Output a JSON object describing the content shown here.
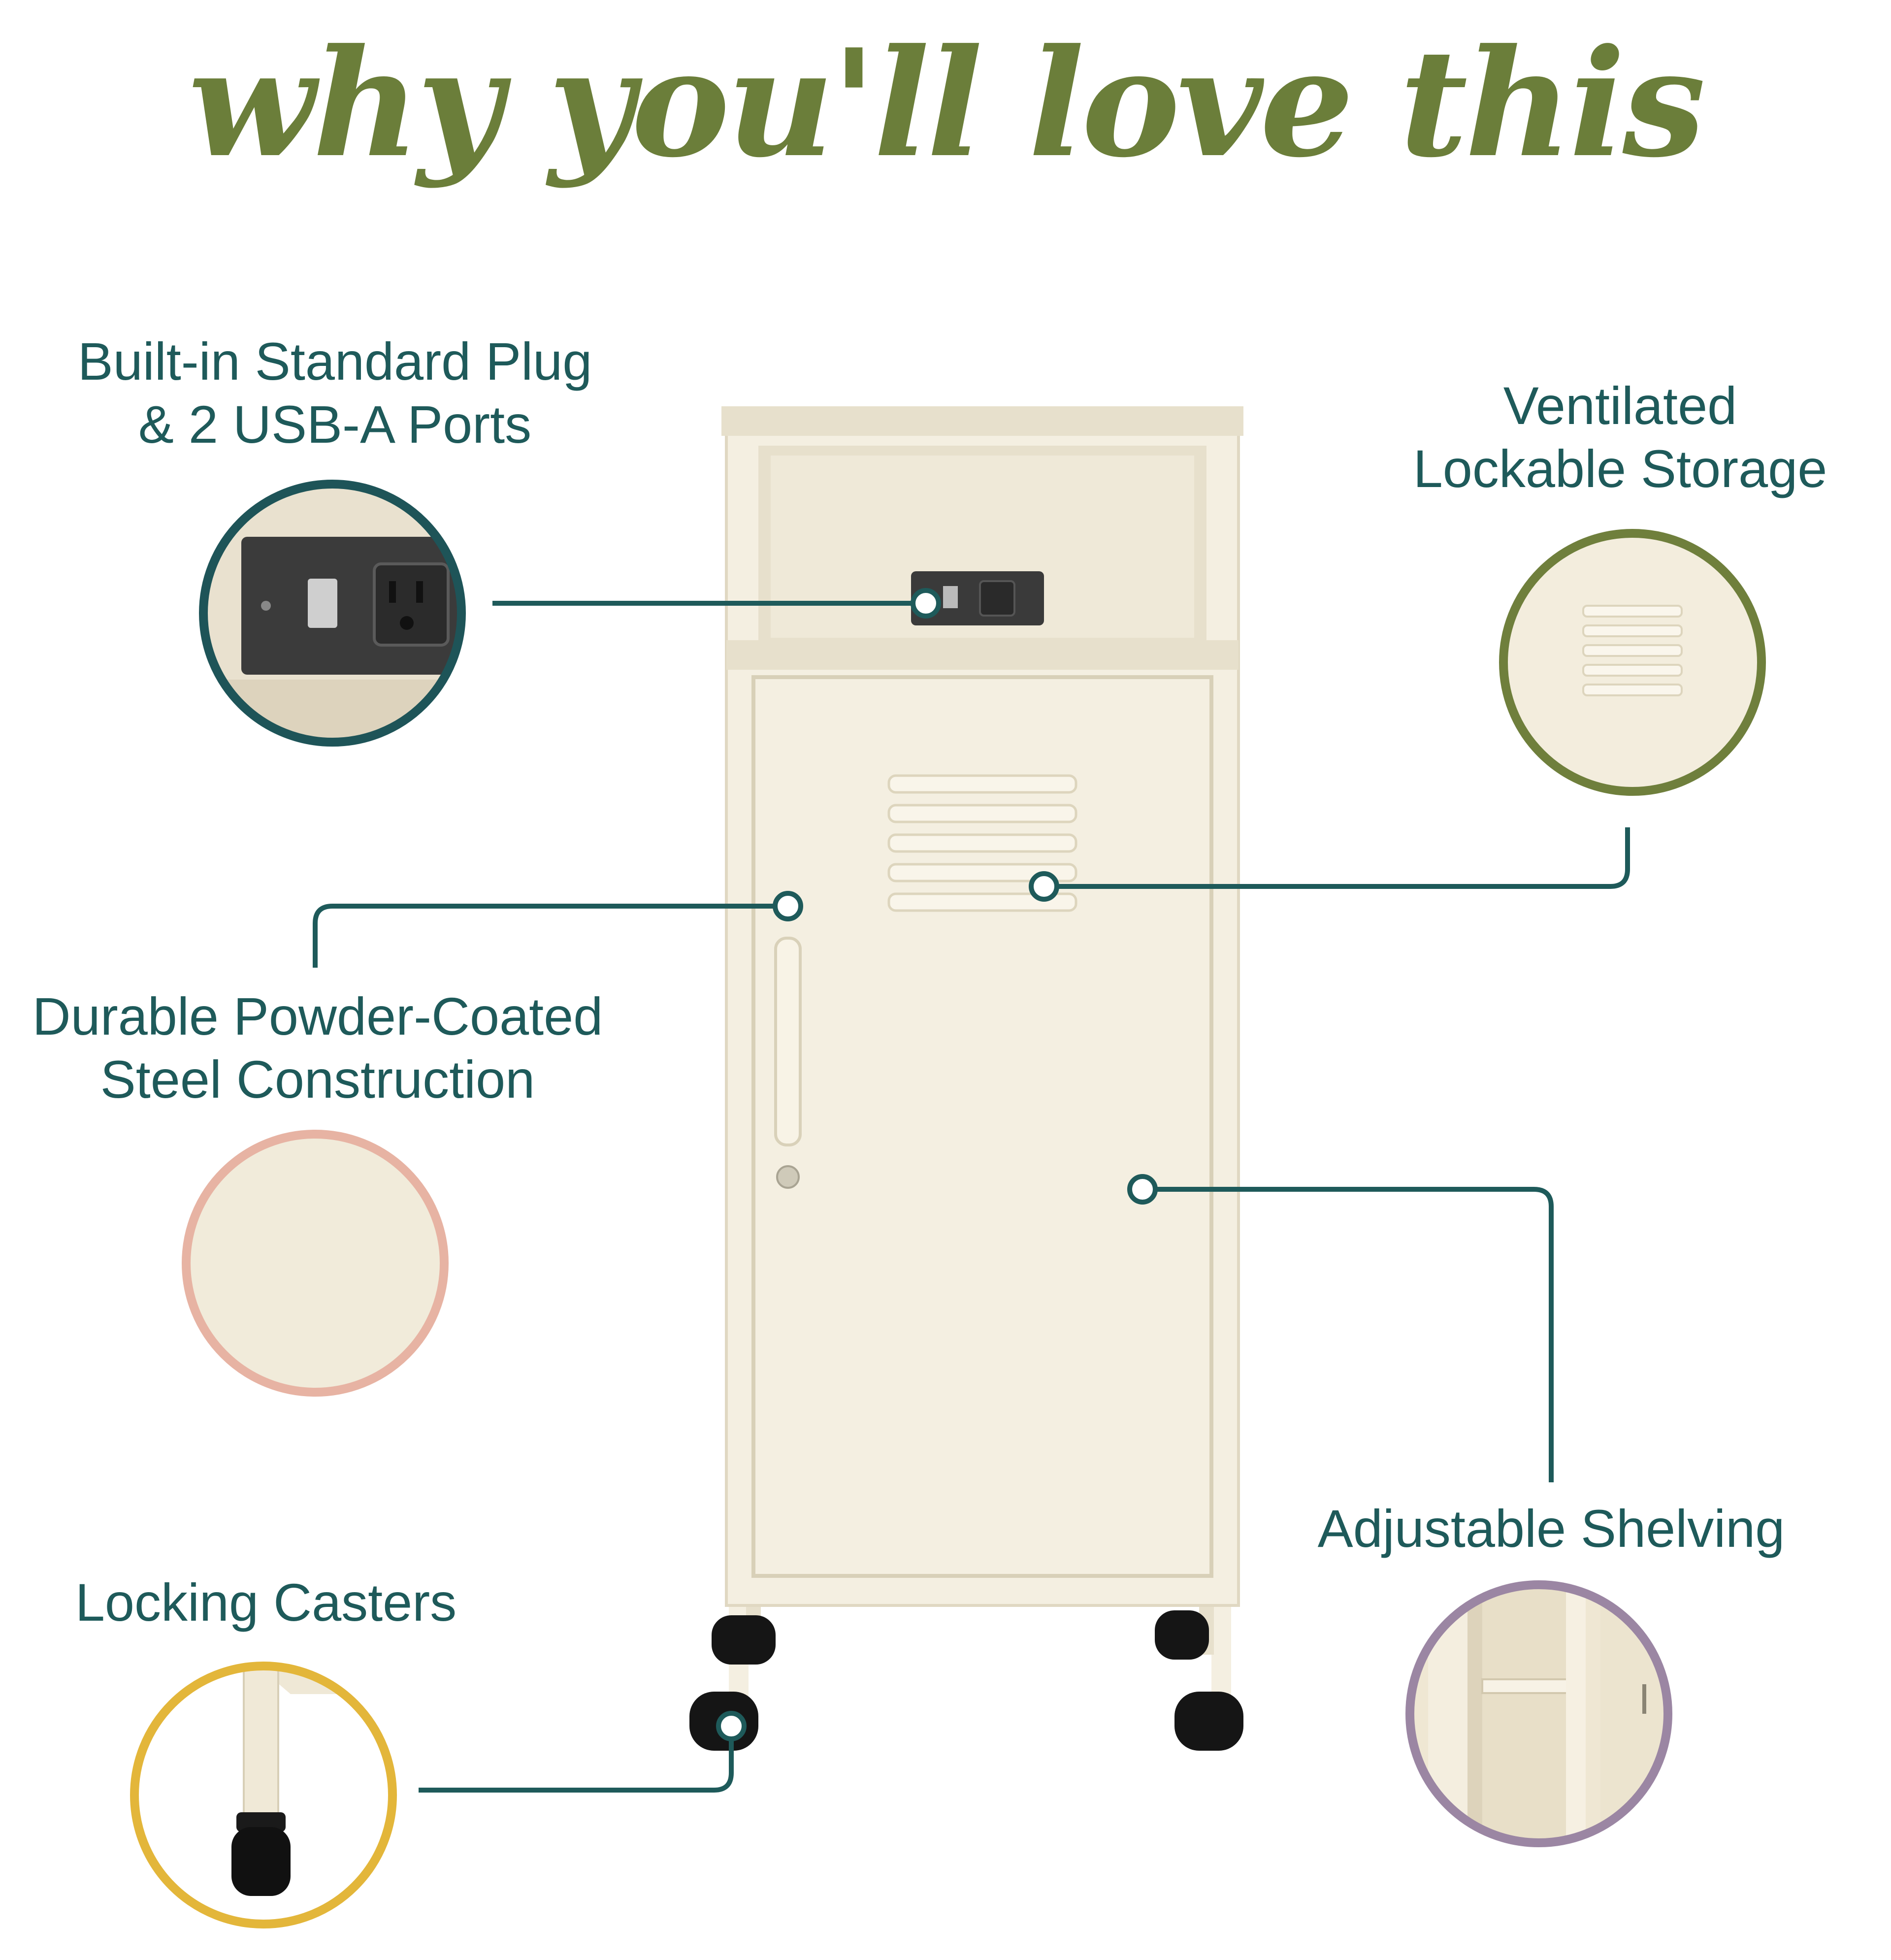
{
  "title": "why you'll love this",
  "colors": {
    "title": "#6b7e3a",
    "text": "#1e5a5a",
    "line": "#1e5a5a",
    "cabinet": "#f4efe1",
    "cabinet_shadow": "#e7e0cc",
    "ring_plug": "#1e5458",
    "ring_vent": "#6f7f3c",
    "ring_steel": "#e7b3a3",
    "ring_casters": "#e3b63a",
    "ring_shelving": "#9b86a3"
  },
  "features": {
    "plug": {
      "line1": "Built-in Standard Plug",
      "line2": "& 2 USB-A Ports",
      "icon": "power-outlet-icon"
    },
    "vent": {
      "line1": "Ventilated",
      "line2": "Lockable Storage",
      "icon": "vent-icon"
    },
    "steel": {
      "line1": "Durable Powder-Coated",
      "line2": "Steel Construction",
      "icon": "steel-swatch-icon"
    },
    "shelving": {
      "line1": "Adjustable Shelving",
      "icon": "shelf-icon"
    },
    "casters": {
      "line1": "Locking Casters",
      "icon": "caster-icon"
    }
  }
}
